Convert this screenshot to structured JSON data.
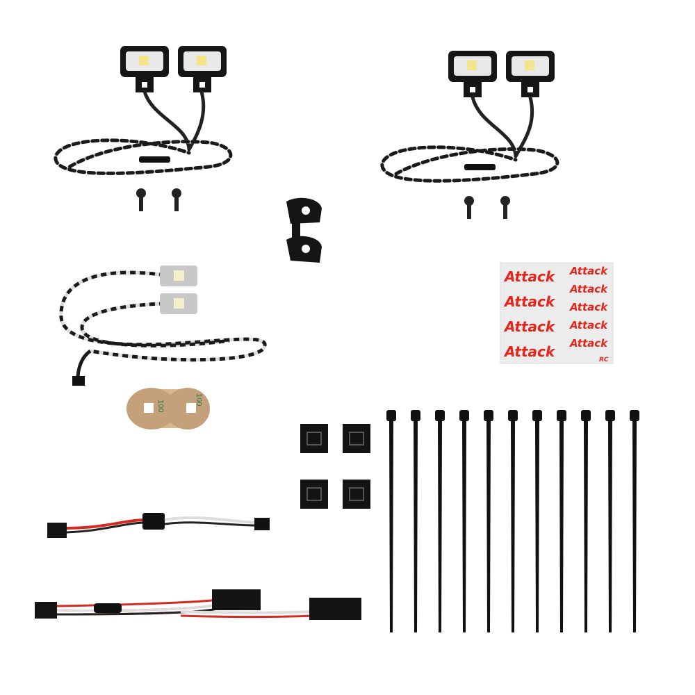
{
  "scene": {
    "description_items": [
      "light-pod-pair-left",
      "light-pod-pair-right",
      "mounting-bracket",
      "led-board-pair",
      "adhesive-pad",
      "decal-sheet",
      "cable-tie-mounts",
      "cable-ties",
      "switch-cable",
      "y-harness"
    ]
  },
  "decal_sheet": {
    "logo_text": [
      "Attack",
      "Attack",
      "Attack",
      "Attack",
      "Attack",
      "Attack",
      "Attack",
      "Attack",
      "Attack"
    ],
    "corner_mark": "RC",
    "logo_color": "#e3261b"
  },
  "adhesive_pad": {
    "print_text": "100"
  },
  "cable_ties": {
    "count": 11
  },
  "tie_mounts": {
    "count": 4
  },
  "colors": {
    "wire_dark": "#1a1a1a",
    "wire_light": "#d9d9d9",
    "servo_red": "#d42a1f",
    "tape": "#c9a77f"
  }
}
